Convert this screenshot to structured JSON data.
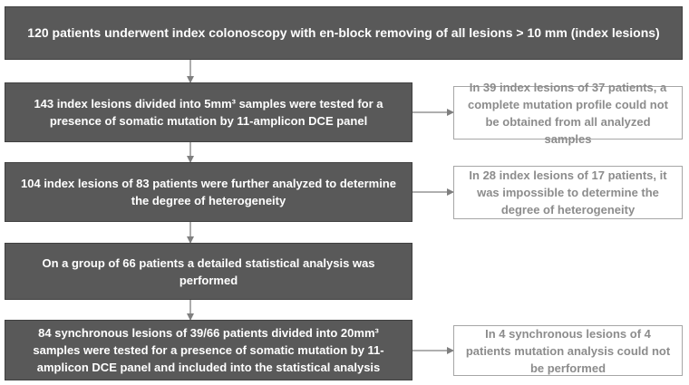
{
  "steps": [
    {
      "text": "120 patients underwent index colonoscopy with en-block removing of all lesions > 10 mm (index lesions)"
    },
    {
      "text": "143 index lesions divided into 5mm³ samples were tested for a presence of somatic mutation by 11-amplicon DCE panel"
    },
    {
      "text": "104 index lesions of 83 patients were further analyzed to determine the degree of heterogeneity"
    },
    {
      "text": "On a group of 66 patients a detailed statistical analysis was performed"
    },
    {
      "text": "84 synchronous lesions of 39/66 patients divided into 20mm³ samples were tested for a presence of somatic mutation by 11-amplicon DCE panel and included into the statistical analysis"
    }
  ],
  "exclusions": [
    {
      "text": "In 39 index lesions of 37 patients, a complete mutation profile could not be obtained from all analyzed samples"
    },
    {
      "text": "In 28 index lesions of 17 patients, it was impossible to determine the degree of heterogeneity"
    },
    {
      "text": "In 4 synchronous lesions of 4 patients mutation analysis could not be performed"
    }
  ]
}
